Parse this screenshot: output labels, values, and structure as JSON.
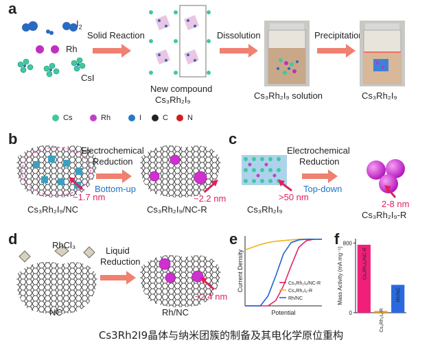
{
  "panels": {
    "a": {
      "letter": "a",
      "reactant_i2": "I",
      "reactant_i2_sub": "2",
      "reactant_rh": "Rh",
      "reactant_csi": "CsI",
      "step1": "Solid Reaction",
      "new_compound_line1": "New compound",
      "new_compound_formula": "Cs₃Rh₂I₉",
      "step2": "Dissolution",
      "solution_label": "Cs₃Rh₂I₉ solution",
      "step3": "Precipitation",
      "product_label": "Cs₃Rh₂I₉",
      "legend": [
        {
          "label": "Cs",
          "color": "#40c8a0"
        },
        {
          "label": "Rh",
          "color": "#c040c8"
        },
        {
          "label": "I",
          "color": "#2878c8"
        },
        {
          "label": "C",
          "color": "#222222"
        },
        {
          "label": "N",
          "color": "#d02020"
        }
      ]
    },
    "b": {
      "letter": "b",
      "step_line1": "Electrochemical",
      "step_line2": "Reduction",
      "direction": "Bottom-up",
      "size_left": "~1.7 nm",
      "size_right": "~2.2 nm",
      "label_left": "Cs₃Rh₂I₉/NC",
      "label_right": "Cs₃Rh₂I₉/NC-R"
    },
    "c": {
      "letter": "c",
      "step_line1": "Electrochemical",
      "step_line2": "Reduction",
      "direction": "Top-down",
      "size_left": ">50 nm",
      "size_right": "2-8 nm",
      "label_left": "Cs₃Rh₂I₉",
      "label_right": "Cs₃Rh₂I₉-R"
    },
    "d": {
      "letter": "d",
      "reagent": "RhCl₃",
      "step_line1": "Liquid",
      "step_line2": "Reduction",
      "size": "~2.4 nm",
      "label_left": "NC",
      "label_right": "Rh/NC"
    },
    "e": {
      "letter": "e",
      "ylabel": "Current Density",
      "xlabel": "Potential"
    },
    "f": {
      "letter": "f",
      "ylabel": "Mass Activity (mA mg⁻¹)",
      "tick_800": "800",
      "tick_0": "0"
    }
  },
  "chart_data": [
    {
      "type": "line",
      "panel": "e",
      "title": "",
      "xlabel": "Potential",
      "ylabel": "Current Density",
      "x": [
        0,
        10,
        20,
        30,
        40,
        50,
        60,
        70,
        80,
        90,
        100
      ],
      "series": [
        {
          "name": "Cs₃Rh₂I₉/NC-R",
          "color": "#e0206a",
          "values": [
            0,
            0,
            0,
            0,
            8,
            30,
            60,
            88,
            98,
            100,
            100
          ]
        },
        {
          "name": "Cs₃Rh₂I₉-R",
          "color": "#f0b020",
          "values": [
            84,
            88,
            92,
            95,
            97,
            98,
            99,
            100,
            100,
            100,
            100
          ]
        },
        {
          "name": "Rh/NC",
          "color": "#2060d0",
          "values": [
            0,
            0,
            0,
            15,
            45,
            78,
            95,
            99,
            100,
            100,
            100
          ]
        }
      ],
      "grid": false,
      "legend": "bottom-right"
    },
    {
      "type": "bar",
      "panel": "f",
      "title": "",
      "ylabel": "Mass Activity (mA mg⁻¹)",
      "categories": [
        "Cs₃Rh₂I₉/NC-R",
        "Cs₃Rh₂I₉-R",
        "Rh/NC"
      ],
      "values": [
        780,
        20,
        320
      ],
      "colors": [
        "#f0207a",
        "#f0a020",
        "#2a6ae0"
      ],
      "ylim": [
        0,
        850
      ],
      "yticks": [
        0,
        800
      ],
      "grid": false
    }
  ],
  "caption": "Cs3Rh2I9晶体与纳米团簇的制备及其电化学原位重构"
}
